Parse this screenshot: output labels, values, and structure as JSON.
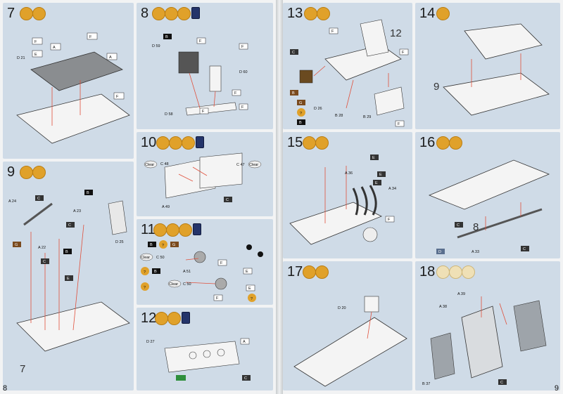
{
  "pages": {
    "left_number": "8",
    "right_number": "9"
  },
  "colors": {
    "panel_bg": "#cfdbe7",
    "accent_orange": "#e0a12a",
    "glue_line": "#e0503c",
    "paint_navy": "#24346a"
  },
  "steps": [
    {
      "id": "7",
      "number": "7",
      "labels": [
        "D 21",
        "F",
        "A",
        "F",
        "A",
        "E",
        "F"
      ]
    },
    {
      "id": "8",
      "number": "8",
      "labels": [
        "D 59",
        "B",
        "F",
        "F",
        "D 60",
        "F",
        "D 58",
        "F",
        "F"
      ]
    },
    {
      "id": "9",
      "number": "9",
      "labels": [
        "A 24",
        "C",
        "B",
        "A 23",
        "D 25",
        "C",
        "G",
        "A 22",
        "B",
        "C",
        "E",
        "7"
      ]
    },
    {
      "id": "10",
      "number": "10",
      "labels": [
        "Clear",
        "C 48",
        "C 47",
        "Clear",
        "A 49",
        "C"
      ]
    },
    {
      "id": "11",
      "number": "11",
      "labels": [
        "B",
        "?",
        "G",
        "Clear",
        "C 50",
        "F",
        "?",
        "B",
        "A 51",
        "E",
        "Clear",
        "C 50",
        "?",
        "E",
        "?",
        "F"
      ]
    },
    {
      "id": "12",
      "number": "12",
      "labels": [
        "D 27",
        "A",
        "C"
      ]
    },
    {
      "id": "13",
      "number": "13",
      "labels": [
        "F",
        "12",
        "C",
        "B",
        "G",
        "?",
        "B",
        "D 26",
        "B 28",
        "B 29",
        "F",
        "F"
      ]
    },
    {
      "id": "14",
      "number": "14",
      "labels": [
        "9"
      ]
    },
    {
      "id": "15",
      "number": "15",
      "labels": [
        "E",
        "A 36",
        "E",
        "A 34",
        "E",
        "F"
      ]
    },
    {
      "id": "16",
      "number": "16",
      "labels": [
        "8",
        "C",
        "D",
        "A 33",
        "C"
      ]
    },
    {
      "id": "17",
      "number": "17",
      "labels": [
        "D 20"
      ]
    },
    {
      "id": "18",
      "number": "18",
      "labels": [
        "A 39",
        "A 38",
        "B 37",
        "C"
      ]
    }
  ]
}
